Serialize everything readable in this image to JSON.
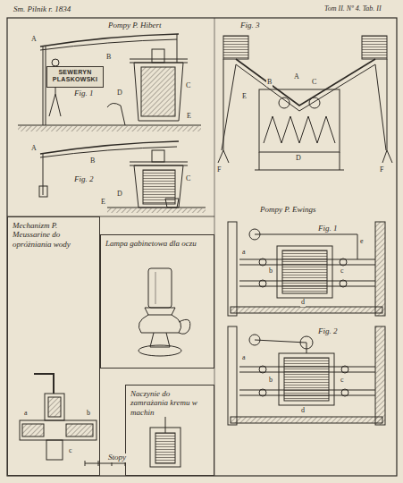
{
  "diagram": {
    "nodes": [
      {
        "text": [
          "SEWERYN PLASKOWSKI"
        ]
      },
      {
        "text": [
          "Mechanizm P. Meussarine do opróżniania wody"
        ]
      },
      {
        "text": [
          "Lampa gabinetowa dla oczu"
        ]
      },
      {
        "text": [
          "Naczynie do zamrażania kremu w machin"
        ]
      }
    ],
    "labels": [
      "Sm. Pilnik r. 1834",
      "Tom II. Nº 4. Tab. II",
      "Pompy P. Hibert",
      "Fig. 1",
      "Fig. 2",
      "Fig. 3",
      "Pompy P. Ewings",
      "Fig. 1",
      "Fig. 2",
      "A",
      "B",
      "C",
      "D",
      "E",
      "A",
      "B",
      "C",
      "D",
      "E",
      "A",
      "B",
      "C",
      "D",
      "E",
      "F",
      "F",
      "a",
      "b",
      "c",
      "d",
      "e",
      "a",
      "b",
      "c",
      "d",
      "a",
      "b",
      "c",
      "Stopy"
    ]
  }
}
